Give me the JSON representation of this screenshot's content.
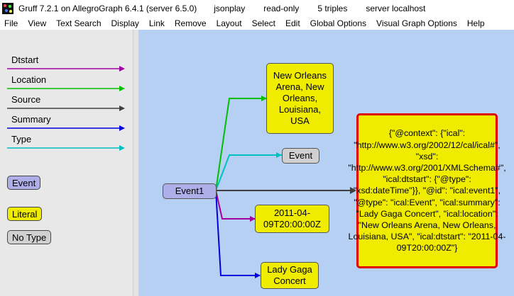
{
  "titlebar": {
    "app": "Gruff 7.2.1 on AllegroGraph 6.4.1 (server 6.5.0)",
    "repo": "jsonplay",
    "mode": "read-only",
    "triples": "5 triples",
    "server": "server localhost"
  },
  "menu": [
    "File",
    "View",
    "Text Search",
    "Display",
    "Link",
    "Remove",
    "Layout",
    "Select",
    "Edit",
    "Global Options",
    "Visual Graph Options",
    "Help"
  ],
  "legend": {
    "predicates": [
      {
        "label": "Dtstart",
        "color": "#a000a0"
      },
      {
        "label": "Location",
        "color": "#00c000"
      },
      {
        "label": "Source",
        "color": "#404040"
      },
      {
        "label": "Summary",
        "color": "#0000e0"
      },
      {
        "label": "Type",
        "color": "#00c0c0"
      }
    ],
    "types": [
      {
        "label": "Event",
        "kind": "event"
      },
      {
        "label": "Literal",
        "kind": "literal"
      },
      {
        "label": "No Type",
        "kind": "notype"
      }
    ]
  },
  "graph": {
    "event1": "Event1",
    "location": "New Orleans Arena, New Orleans, Louisiana, USA",
    "type": "Event",
    "dtstart": "2011-04-09T20:00:00Z",
    "summary": "Lady Gaga Concert",
    "source": "{\"@context\": {\"ical\": \"http://www.w3.org/2002/12/cal/ical#\", \"xsd\": \"http://www.w3.org/2001/XMLSchema#\", \"ical:dtstart\": {\"@type\": \"xsd:dateTime\"}}, \"@id\": \"ical:event1\", \"@type\": \"ical:Event\", \"ical:summary\": \"Lady Gaga Concert\", \"ical:location\": \"New Orleans Arena, New Orleans, Louisiana, USA\", \"ical:dtstart\": \"2011-04-09T20:00:00Z\"}"
  }
}
